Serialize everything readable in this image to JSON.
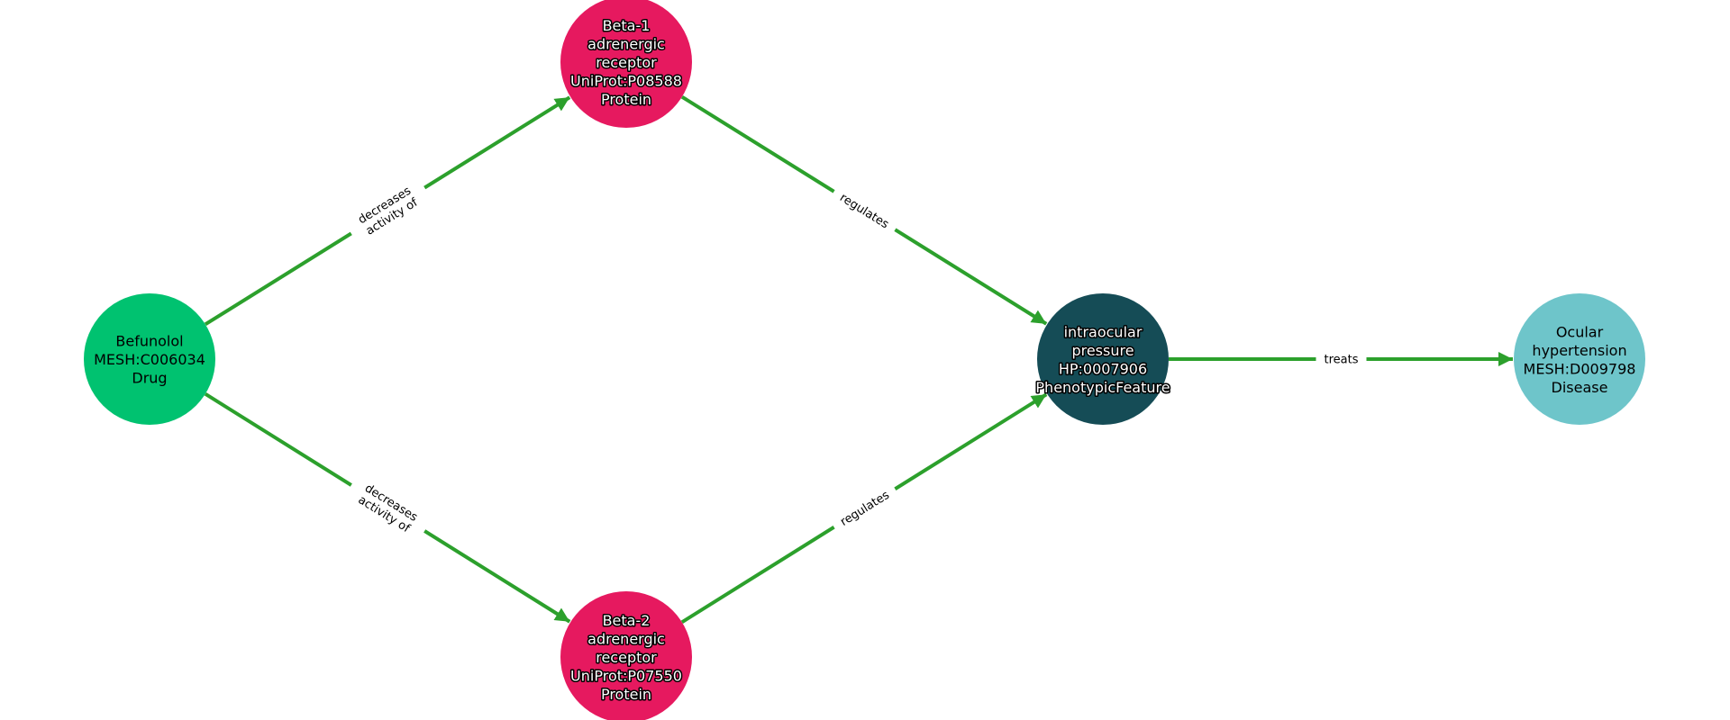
{
  "edge_color": "#2ca02c",
  "nodes": [
    {
      "id": "befunolol",
      "lines": [
        "Befunolol",
        "MESH:C006034",
        "Drug"
      ],
      "color": "#00c270",
      "text_style": "dark"
    },
    {
      "id": "beta1",
      "lines": [
        "Beta-1",
        "adrenergic",
        "receptor",
        "UniProt:P08588",
        "Protein"
      ],
      "color": "#e6195f",
      "text_style": "light"
    },
    {
      "id": "beta2",
      "lines": [
        "Beta-2",
        "adrenergic",
        "receptor",
        "UniProt:P07550",
        "Protein"
      ],
      "color": "#e6195f",
      "text_style": "light"
    },
    {
      "id": "iop",
      "lines": [
        "intraocular",
        "pressure",
        "HP:0007906",
        "PhenotypicFeature"
      ],
      "color": "#154c56",
      "text_style": "light"
    },
    {
      "id": "ocular",
      "lines": [
        "Ocular",
        "hypertension",
        "MESH:D009798",
        "Disease"
      ],
      "color": "#6ec5ca",
      "text_style": "dark"
    }
  ],
  "edges": [
    {
      "source": "befunolol",
      "target": "beta1",
      "lines": [
        "decreases",
        "activity of"
      ]
    },
    {
      "source": "befunolol",
      "target": "beta2",
      "lines": [
        "decreases",
        "activity of"
      ]
    },
    {
      "source": "beta1",
      "target": "iop",
      "lines": [
        "regulates"
      ]
    },
    {
      "source": "beta2",
      "target": "iop",
      "lines": [
        "regulates"
      ]
    },
    {
      "source": "iop",
      "target": "ocular",
      "lines": [
        "treats"
      ]
    }
  ]
}
